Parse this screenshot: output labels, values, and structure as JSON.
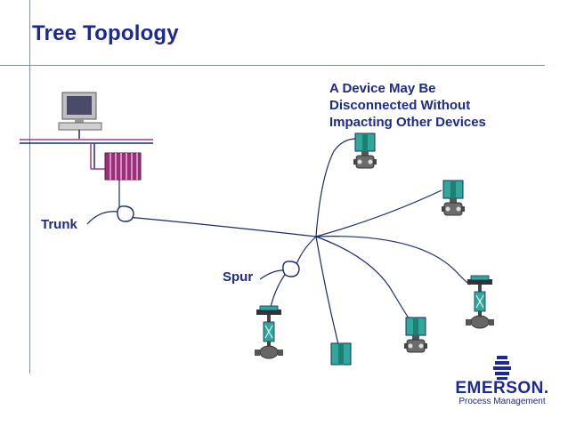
{
  "slide": {
    "title": "Tree Topology",
    "callout_lines": [
      "A Device May Be",
      "Disconnected Without",
      "Impacting  Other Devices"
    ],
    "labels": {
      "trunk": "Trunk",
      "spur": "Spur"
    }
  },
  "logo": {
    "name": "EMERSON.",
    "subtitle": "Process Management"
  },
  "colors": {
    "title": "#1c2a8c",
    "lines": "#7b8fbf",
    "cable": "#1a2a6a",
    "bus": "#a23a8a",
    "device_teal": "#2fa89a",
    "controller_magenta": "#9b2f7a"
  },
  "icons": [
    "computer-icon",
    "controller-rack-icon",
    "transmitter-icon",
    "valve-icon",
    "coupler-icon",
    "emerson-logo-icon"
  ]
}
